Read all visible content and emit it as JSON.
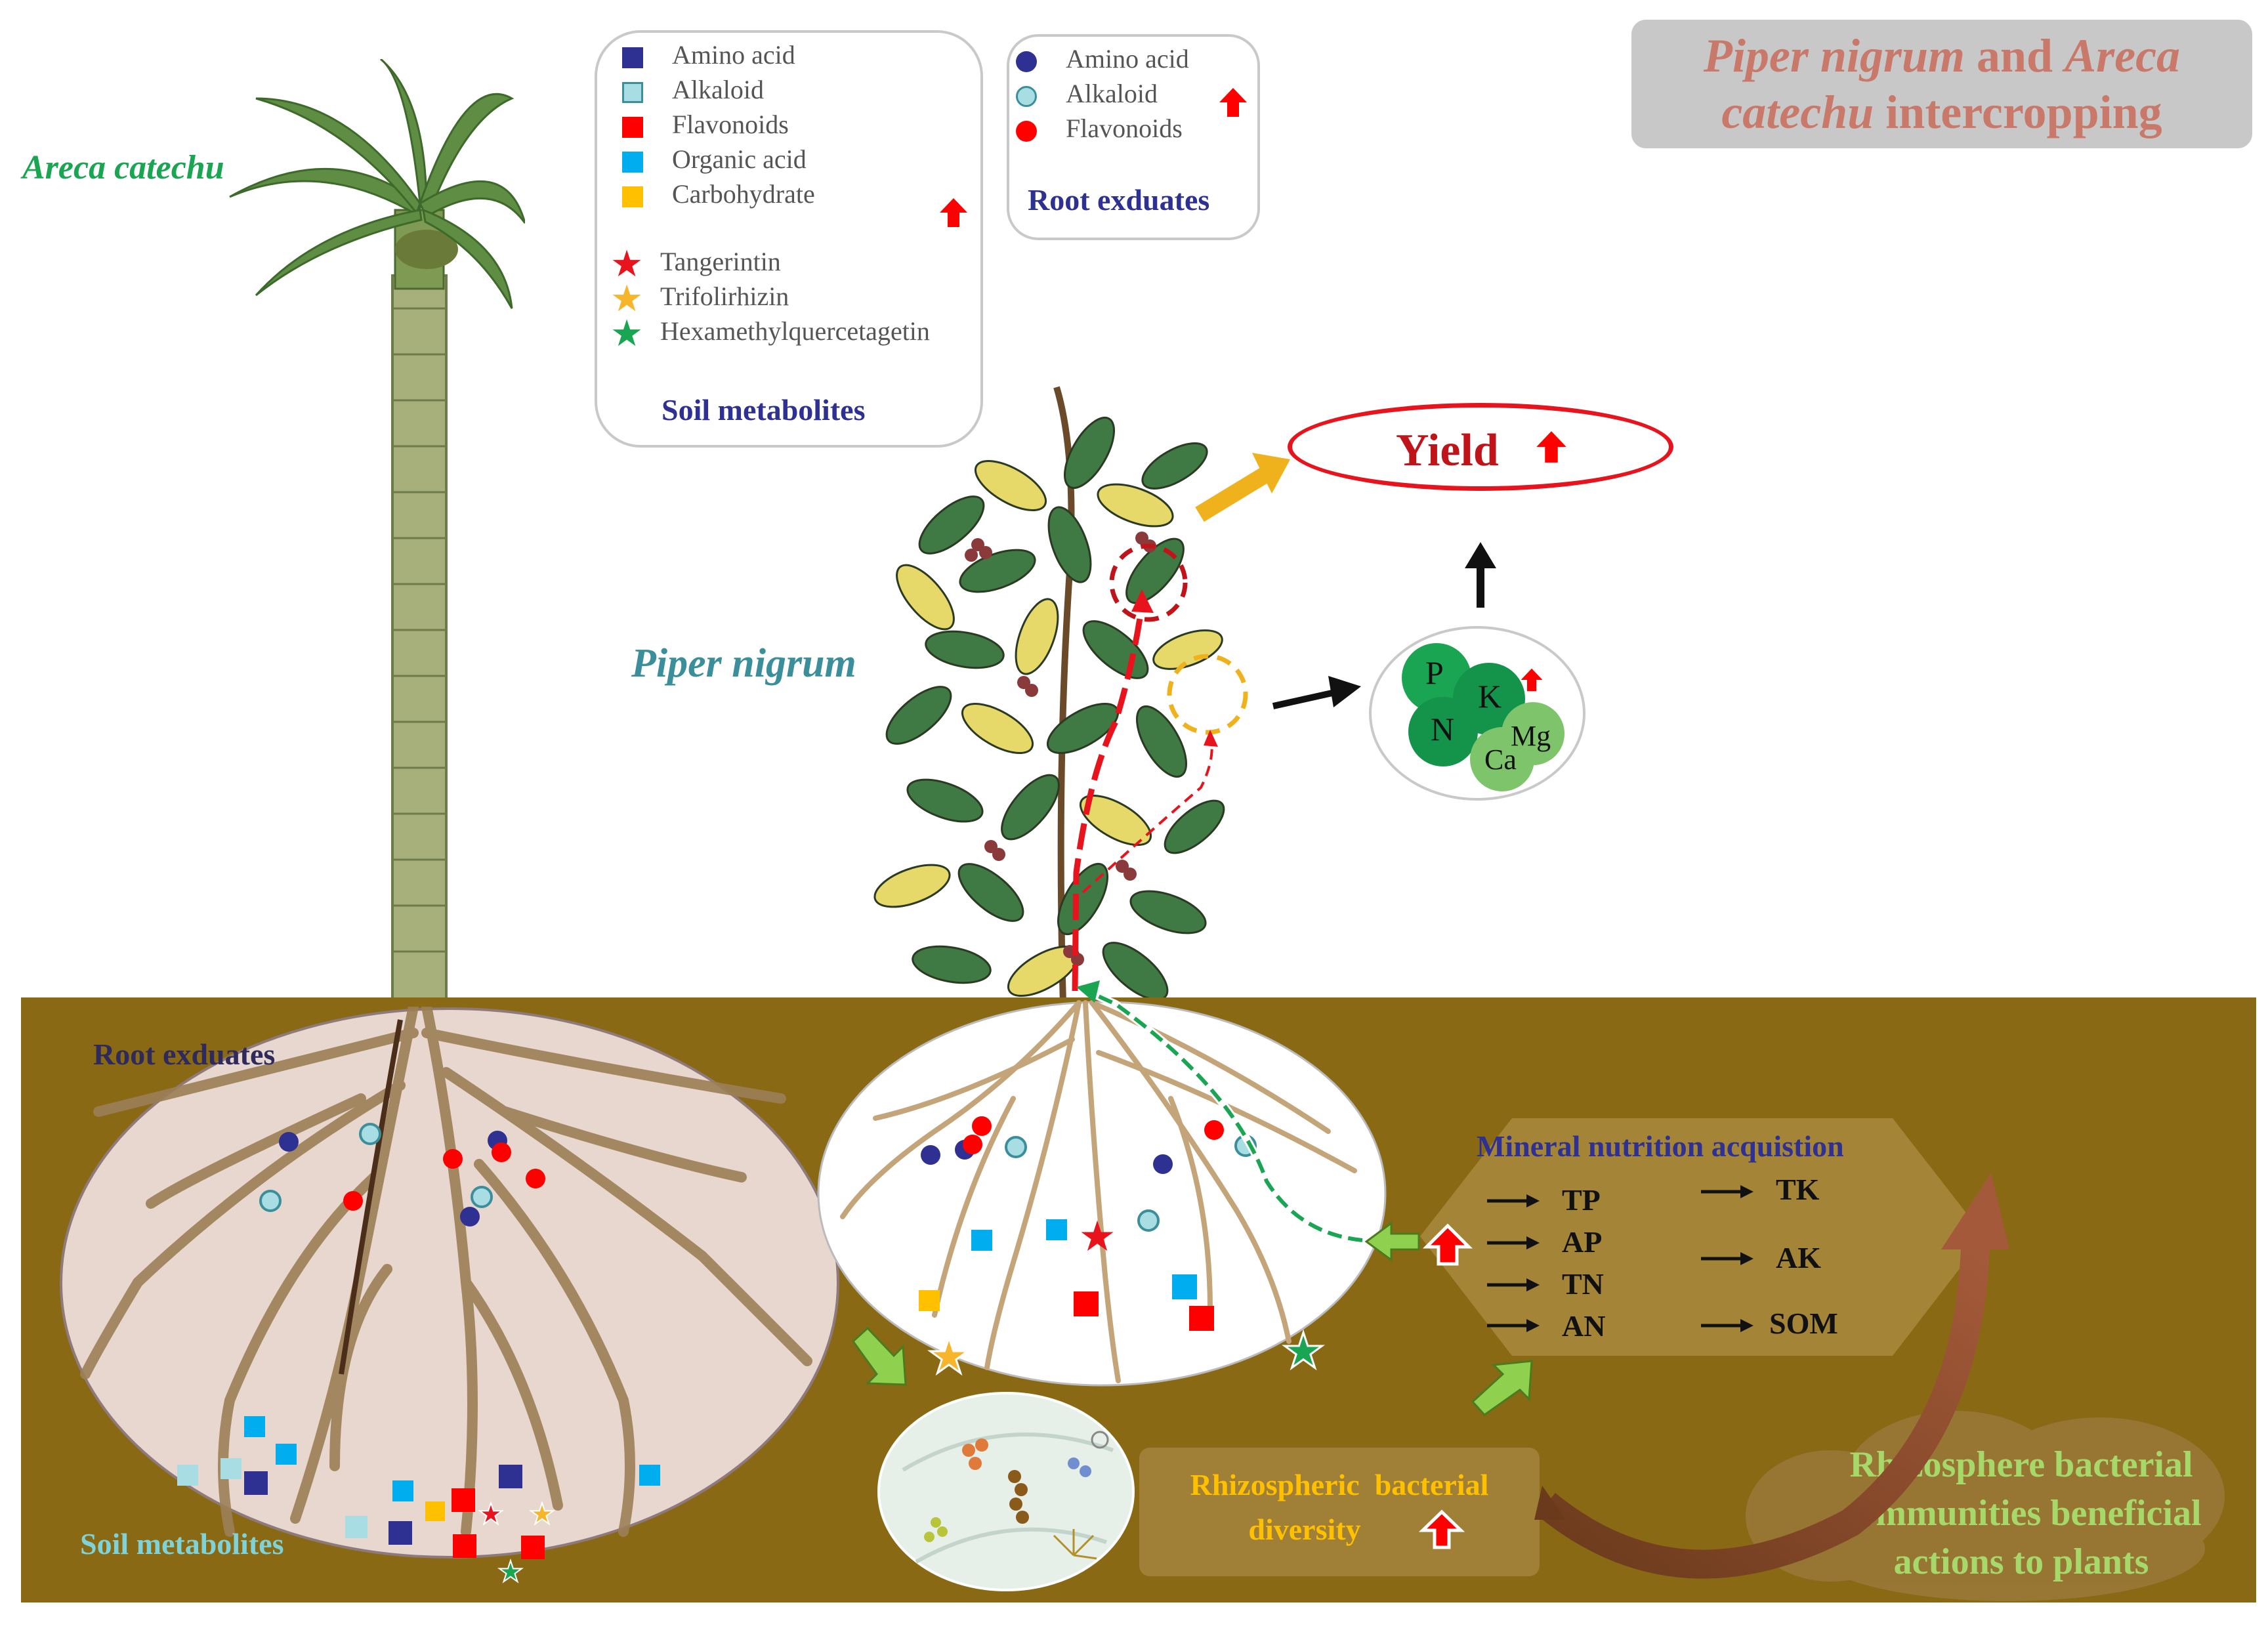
{
  "title": {
    "species1": "Piper nigrum",
    "and": "and",
    "species2_line1": "Areca",
    "species2_line2": "catechu",
    "suffix": "intercropping"
  },
  "species_labels": {
    "areca": "Areca catechu",
    "piper": "Piper nigrum"
  },
  "soil_metabolites_box": {
    "items": [
      {
        "label": "Amino acid",
        "shape": "square",
        "color": "#2e3192"
      },
      {
        "label": "Alkaloid",
        "shape": "square-outline",
        "color": "#a8dde3"
      },
      {
        "label": "Flavonoids",
        "shape": "square",
        "color": "#ff0000"
      },
      {
        "label": "Organic acid",
        "shape": "square",
        "color": "#00aeef"
      },
      {
        "label": "Carbohydrate",
        "shape": "square",
        "color": "#ffc000"
      }
    ],
    "stars": [
      {
        "label": "Tangerintin",
        "color": "#e8141d"
      },
      {
        "label": "Trifolirhizin",
        "color": "#f7b52c"
      },
      {
        "label": "Hexamethylquercetagetin",
        "color": "#1aa553"
      }
    ],
    "title": "Soil metabolites"
  },
  "root_exudates_box": {
    "items": [
      {
        "label": "Amino acid",
        "shape": "circle",
        "color": "#2e3192"
      },
      {
        "label": "Alkaloid",
        "shape": "circle-outline",
        "color": "#a8dde3"
      },
      {
        "label": "Flavonoids",
        "shape": "circle",
        "color": "#ff0000"
      }
    ],
    "title": "Root exduates"
  },
  "yield": {
    "label": "Yield"
  },
  "nutrients_cluster": [
    "P",
    "K",
    "N",
    "Mg",
    "Ca"
  ],
  "underground": {
    "root_exudates_label": "Root exduates",
    "soil_metabolites_label": "Soil metabolites",
    "mineral_title": "Mineral nutrition acquistion",
    "mineral_left": [
      "TP",
      "AP",
      "TN",
      "AN"
    ],
    "mineral_right": [
      "TK",
      "AK",
      "SOM"
    ],
    "bacterial_diversity_line1": "Rhizospheric  bacterial",
    "bacterial_diversity_line2": "diversity",
    "beneficial_line1": "Rhizosphere bacterial",
    "beneficial_line2": "communities beneficial",
    "beneficial_line3": "actions to plants"
  },
  "colors": {
    "soil": "#8a6914",
    "amino": "#2e3192",
    "alkaloid": "#a8dde3",
    "flavonoid": "#ff0000",
    "organic_acid": "#00aeef",
    "carbohydrate": "#ffc000",
    "areca_label": "#1aa553",
    "piper_label": "#3a8f9a",
    "yield_red": "#c0141b",
    "bacteria_text": "#ffc000",
    "beneficial_text": "#a6d96a",
    "mineral_title": "#2e3192"
  }
}
